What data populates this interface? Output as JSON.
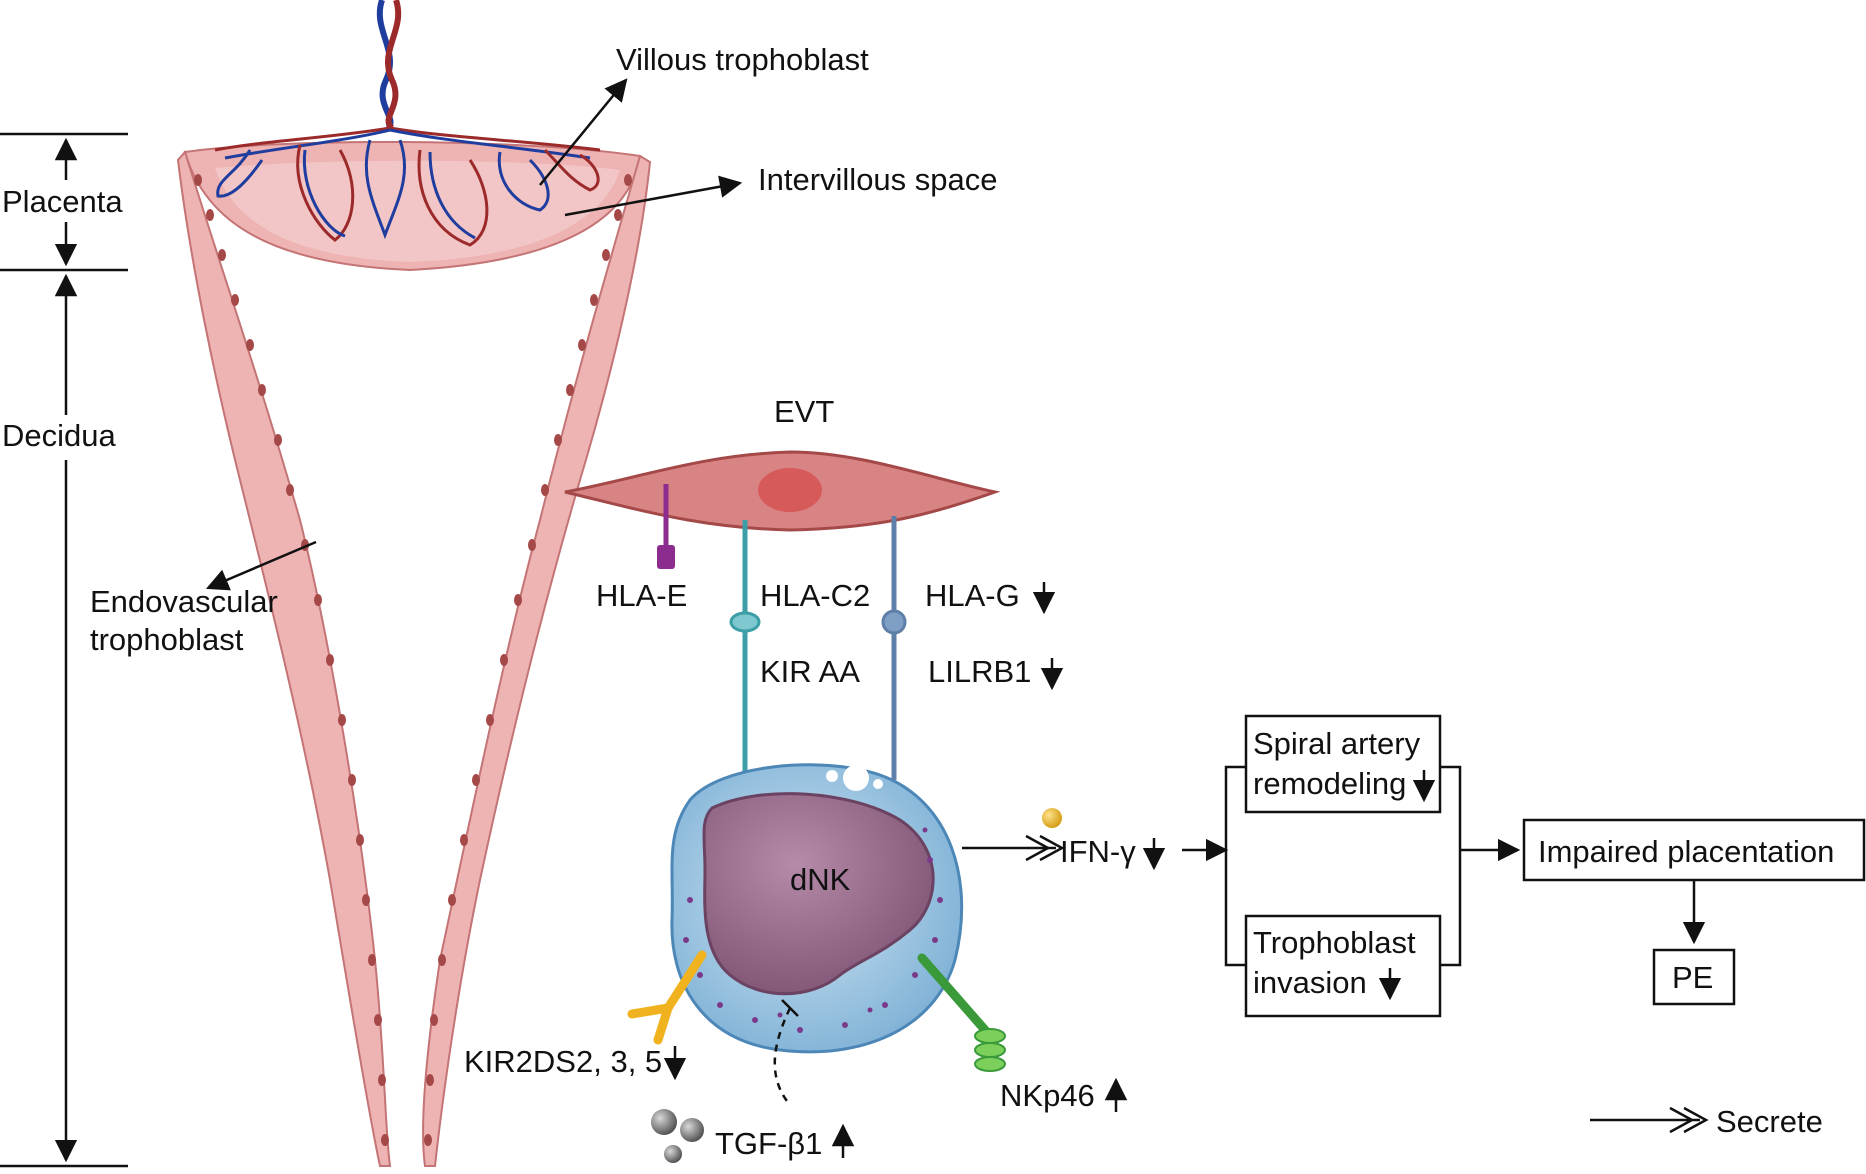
{
  "labels": {
    "villous_trophoblast": "Villous trophoblast",
    "intervillous_space": "Intervillous space",
    "placenta": "Placenta",
    "decidua": "Decidua",
    "endovascular_trophoblast_line1": "Endovascular",
    "endovascular_trophoblast_line2": "trophoblast",
    "evt": "EVT",
    "dnk": "dNK",
    "hla_e": "HLA-E",
    "hla_c2": "HLA-C2",
    "hla_g": "HLA-G",
    "kir_aa": "KIR AA",
    "lilrb1": "LILRB1",
    "kir2ds": "KIR2DS2, 3, 5",
    "tgf_b1": "TGF-β1",
    "nkp46": "NKp46",
    "ifn_g": "IFN-γ"
  },
  "outcomes": {
    "spiral_line1": "Spiral artery",
    "spiral_line2": "remodeling",
    "trophoblast_line1": "Trophoblast",
    "trophoblast_line2": "invasion",
    "impaired_placentation": "Impaired placentation",
    "pe": "PE"
  },
  "legend": {
    "secrete": "Secrete"
  },
  "trends": {
    "hla_g": "down",
    "lilrb1": "down",
    "kir2ds": "down",
    "tgf_b1": "up",
    "nkp46": "up",
    "ifn_g": "down",
    "spiral_remodeling": "down",
    "trophoblast_invasion": "down"
  },
  "colors": {
    "tissue_pink": "#e8a4a4",
    "tissue_dark": "#a44848",
    "artery_red": "#9c2a2a",
    "vein_blue": "#1f3d9e",
    "hla_e_purple": "#8b2c8e",
    "hla_c2_teal": "#3c9ea6",
    "hla_g_slate": "#5d7fa8",
    "kir2ds_yellow": "#f0b21e",
    "nkp46_green": "#3a9a3a",
    "dnk_outer": "#a9cfe6",
    "dnk_nucleus": "#9c6b8e"
  }
}
